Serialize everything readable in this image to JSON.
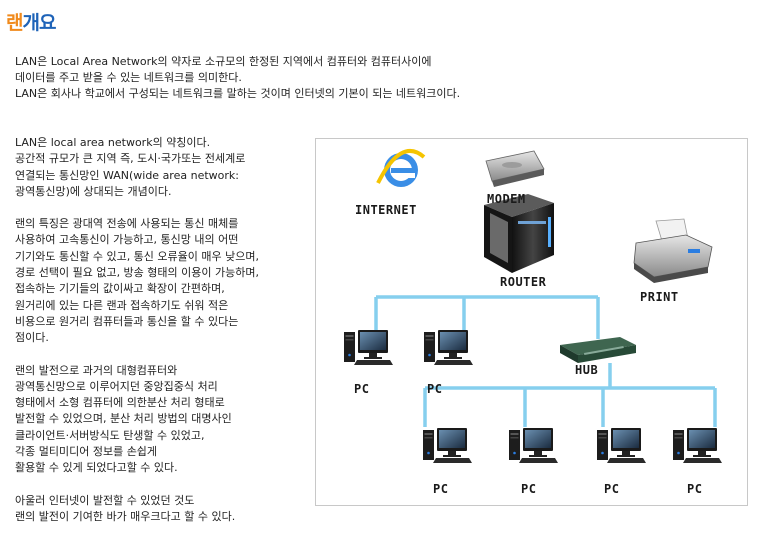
{
  "title": {
    "part1": "랜",
    "part2": "개요"
  },
  "intro": [
    "LAN은 Local Area Network의 약자로 소규모의 한정된 지역에서 컴퓨터와 컴퓨터사이에",
    "데이터를 주고 받을 수 있는 네트워크를 의미한다.",
    "LAN은 회사나 학교에서 구성되는 네트워크를 말하는 것이며 인터넷의 기본이 되는 네트워크이다."
  ],
  "paragraphs": {
    "p1": [
      "LAN은 local area network의 약칭이다.",
      "공간적 규모가 큰 지역 즉, 도시·국가또는 전세계로",
      "연결되는 통신망인 WAN(wide area network:",
      "광역통신망)에 상대되는 개념이다."
    ],
    "p2": [
      "랜의 특징은 광대역 전송에 사용되는 통신 매체를",
      "사용하여 고속통신이 가능하고, 통신망 내의 어떤",
      "기기와도 통신할 수 있고, 통신 오류율이 매우 낮으며,",
      "경로 선택이 필요 없고, 방송 형태의 이용이 가능하며,",
      "접속하는 기기들의 값이싸고 확장이 간편하며,",
      "원거리에 있는 다른 랜과 접속하기도 쉬워 적은",
      "비용으로 원거리 컴퓨터들과 통신을 할 수 있다는",
      "점이다."
    ],
    "p3": [
      "랜의 발전으로 과거의 대형컴퓨터와",
      "광역통신망으로 이루어지던 중앙집중식 처리",
      "형태에서 소형 컴퓨터에 의한분산 처리 형태로",
      "발전할 수 있었으며, 분산 처리 방법의 대명사인",
      "클라이언트·서버방식도 탄생할 수 있었고,",
      "각종 멀티미디어 정보를 손쉽게",
      "활용할 수 있게 되었다고할 수 있다."
    ],
    "p4": [
      "아울러 인터넷이 발전할 수 있었던 것도",
      "랜의 발전이 기여한 바가 매우크다고 할 수 있다."
    ]
  },
  "diagram": {
    "internet": "INTERNET",
    "modem": "MODEM",
    "router": "ROUTER",
    "print": "PRINT",
    "hub": "HUB",
    "pc": "PC",
    "line_color": "#86cfee"
  }
}
